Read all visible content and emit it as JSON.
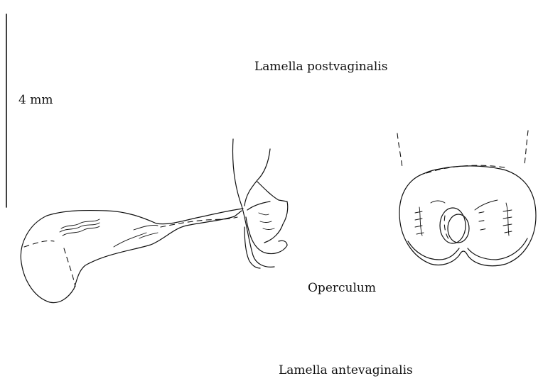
{
  "labels": {
    "lamella_postvaginalis": "Lamella postvaginalis",
    "scale": "4 mm",
    "operculum": "Operculum",
    "lamella_antevaginalis": "Lamella antevaginalis"
  },
  "colors": {
    "ink": "#111111",
    "background": "#ffffff"
  }
}
